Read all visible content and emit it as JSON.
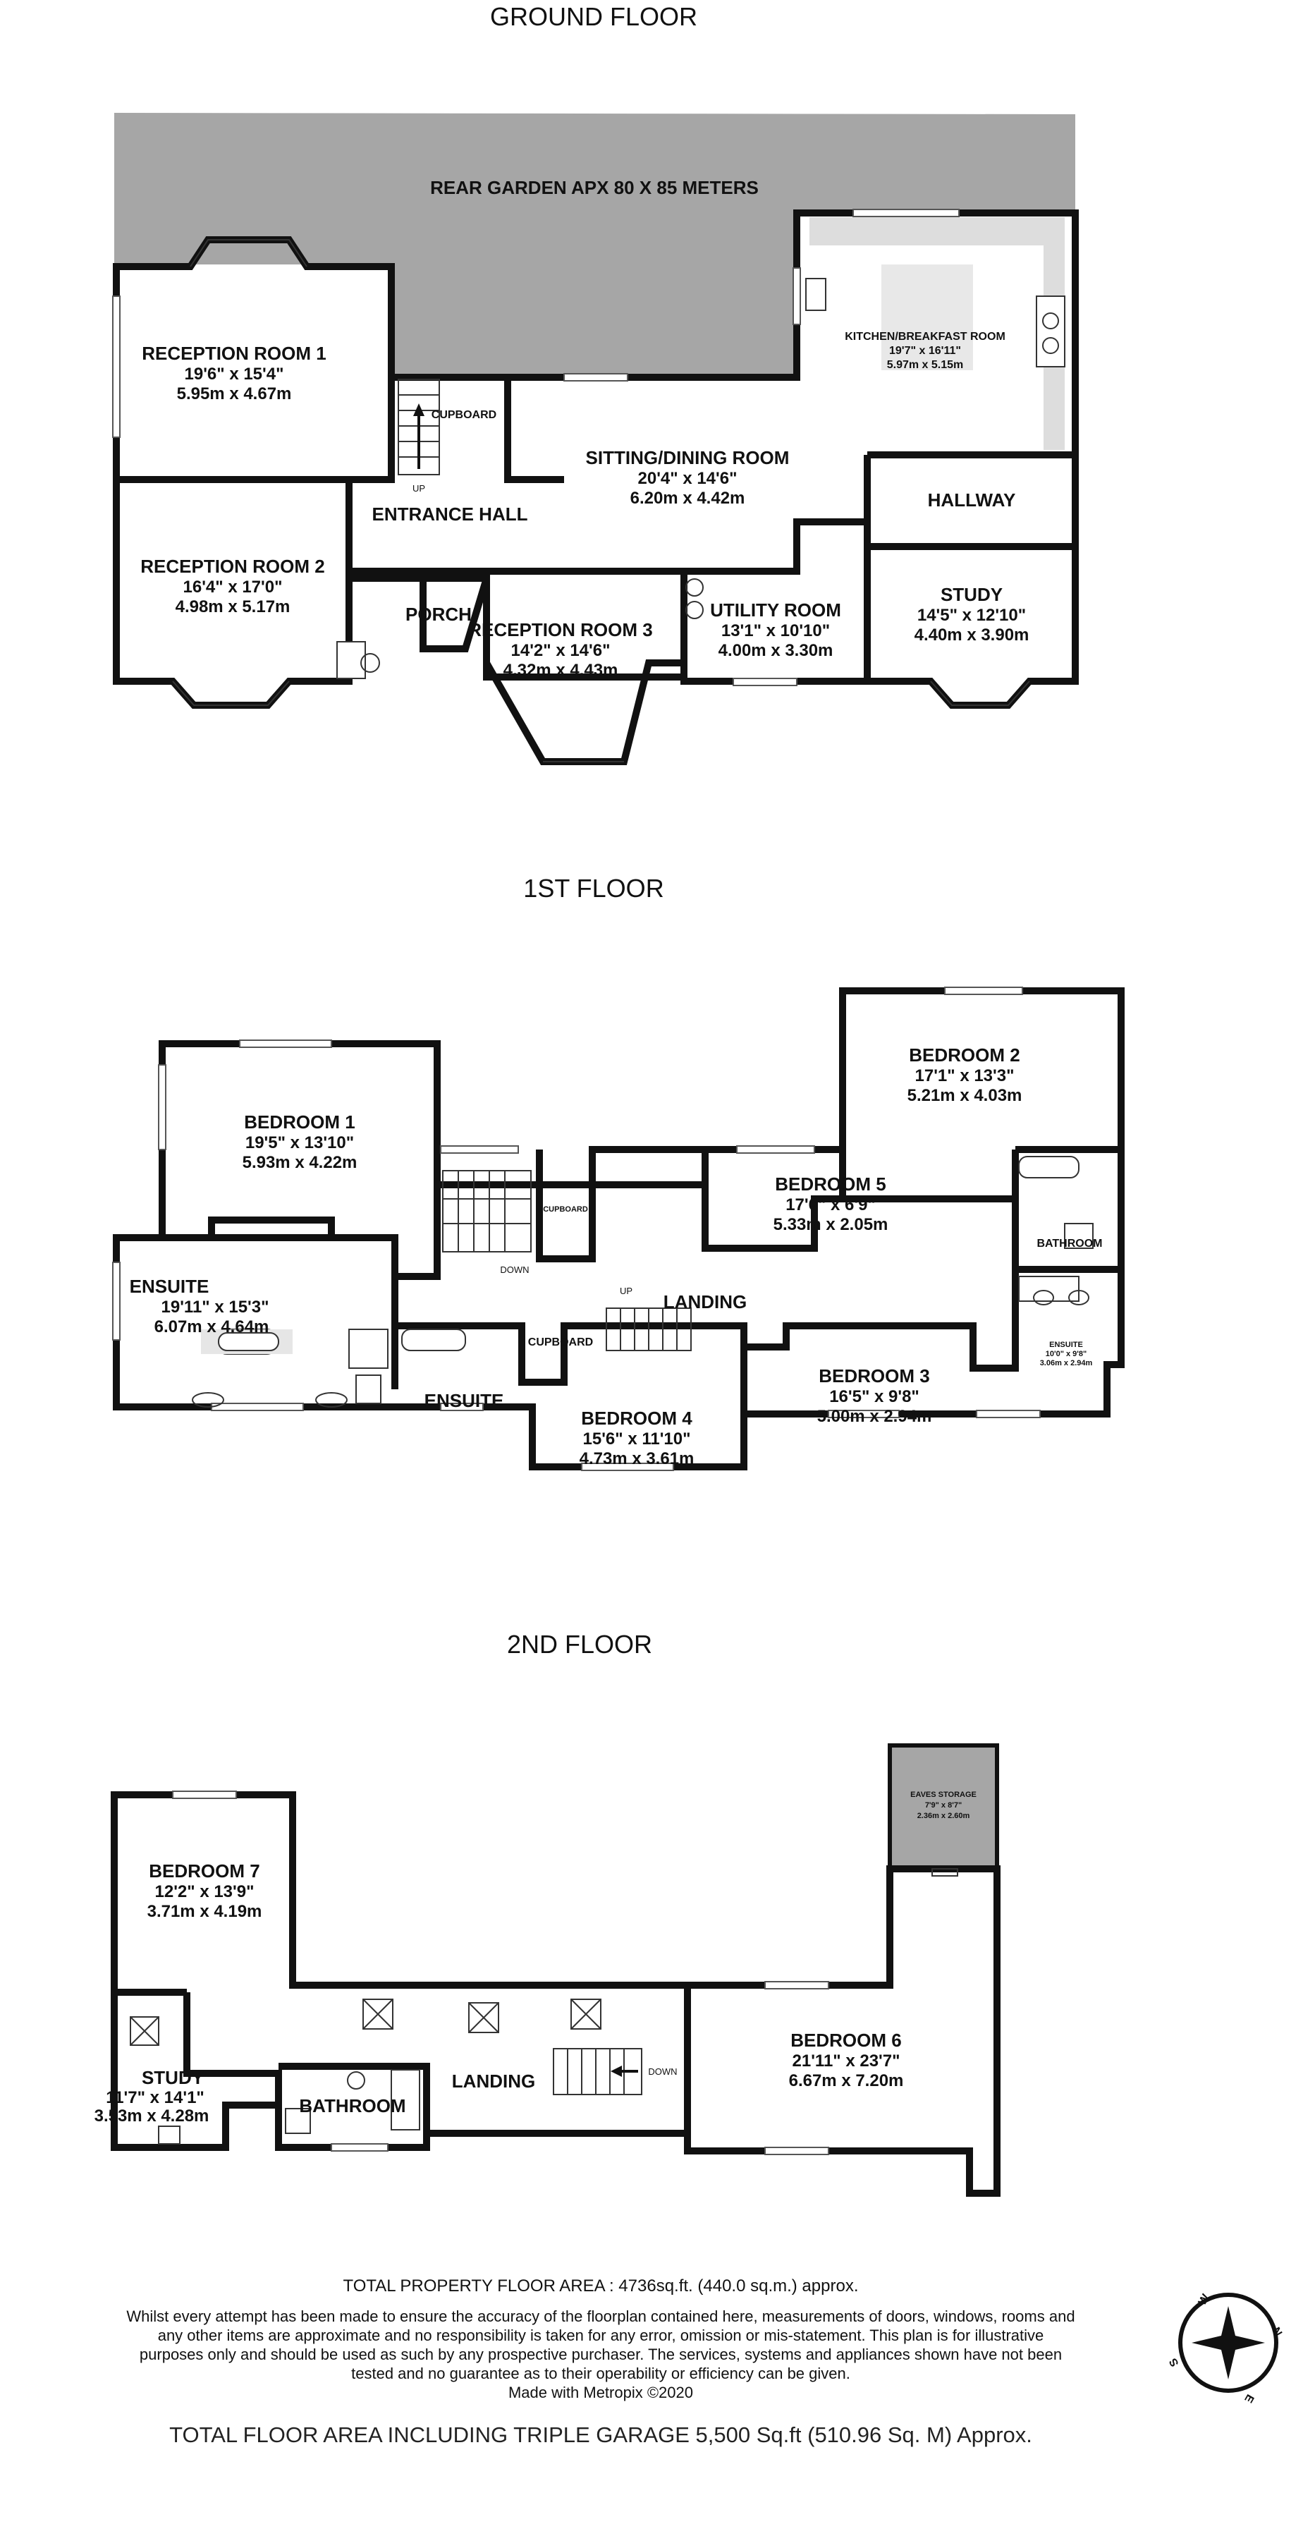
{
  "floors": {
    "ground": {
      "title": "GROUND FLOOR",
      "garden": "REAR GARDEN APX 80 X 85 METERS",
      "rooms": {
        "reception1": {
          "name": "RECEPTION ROOM 1",
          "imperial": "19'6\"  x 15'4\"",
          "metric": "5.95m  x 4.67m"
        },
        "reception2": {
          "name": "RECEPTION ROOM 2",
          "imperial": "16'4\"  x 17'0\"",
          "metric": "4.98m  x 5.17m"
        },
        "reception3": {
          "name": "RECEPTION ROOM 3",
          "imperial": "14'2\"  x 14'6\"",
          "metric": "4.32m  x 4.43m"
        },
        "kitchen": {
          "name": "KITCHEN/BREAKFAST ROOM",
          "imperial": "19'7\"  x 16'11\"",
          "metric": "5.97m  x 5.15m"
        },
        "sitting": {
          "name": "SITTING/DINING ROOM",
          "imperial": "20'4\"  x 14'6\"",
          "metric": "6.20m  x 4.42m"
        },
        "utility": {
          "name": "UTILITY ROOM",
          "imperial": "13'1\"  x 10'10\"",
          "metric": "4.00m  x 3.30m"
        },
        "study": {
          "name": "STUDY",
          "imperial": "14'5\"  x 12'10\"",
          "metric": "4.40m  x 3.90m"
        }
      },
      "labels": {
        "hallway": "HALLWAY",
        "entrance_hall": "ENTRANCE HALL",
        "porch": "PORCH",
        "cupboard": "CUPBOARD",
        "up": "UP"
      }
    },
    "first": {
      "title": "1ST FLOOR",
      "rooms": {
        "bedroom1": {
          "name": "BEDROOM 1",
          "imperial": "19'5\"  x 13'10\"",
          "metric": "5.93m  x 4.22m"
        },
        "bedroom2": {
          "name": "BEDROOM 2",
          "imperial": "17'1\"  x 13'3\"",
          "metric": "5.21m  x 4.03m"
        },
        "bedroom3": {
          "name": "BEDROOM 3",
          "imperial": "16'5\"  x 9'8\"",
          "metric": "5.00m  x 2.94m"
        },
        "bedroom4": {
          "name": "BEDROOM 4",
          "imperial": "15'6\"  x 11'10\"",
          "metric": "4.73m  x 3.61m"
        },
        "bedroom5": {
          "name": "BEDROOM 5",
          "imperial": "17'6\"  x 6'9\"",
          "metric": "5.33m  x 2.05m"
        },
        "ensuite_main": {
          "name": "ENSUITE",
          "imperial": "19'11\"  x 15'3\"",
          "metric": "6.07m  x 4.64m"
        },
        "ensuite_small": {
          "name": "ENSUITE",
          "imperial": "10'0\" x 9'8\"",
          "metric": "3.06m x 2.94m"
        }
      },
      "labels": {
        "ensuite": "ENSUITE",
        "bathroom": "BATHROOM",
        "landing": "LANDING",
        "cupboard": "CUPBOARD",
        "down": "DOWN",
        "up": "UP"
      }
    },
    "second": {
      "title": "2ND FLOOR",
      "rooms": {
        "bedroom6": {
          "name": "BEDROOM 6",
          "imperial": "21'11\"  x 23'7\"",
          "metric": "6.67m  x 7.20m"
        },
        "bedroom7": {
          "name": "BEDROOM 7",
          "imperial": "12'2\"  x 13'9\"",
          "metric": "3.71m  x 4.19m"
        },
        "study": {
          "name": "STUDY",
          "imperial": "11'7\"  x 14'1\"",
          "metric": "3.53m  x 4.28m"
        },
        "eaves": {
          "name": "EAVES STORAGE",
          "imperial": "7'9\"  x 8'7\"",
          "metric": "2.36m  x 2.60m"
        }
      },
      "labels": {
        "bathroom": "BATHROOM",
        "landing": "LANDING",
        "down": "DOWN"
      }
    }
  },
  "footer": {
    "total_area": "TOTAL PROPERTY FLOOR AREA : 4736sq.ft. (440.0 sq.m.) approx.",
    "disclaimer": [
      "Whilst every attempt has been made to ensure the accuracy of the floorplan contained here, measurements of doors, windows, rooms and",
      "any other items are approximate and no responsibility is taken for any error, omission or mis-statement. This plan is for illustrative",
      "purposes only and should be used as such by any prospective purchaser. The services, systems and appliances shown have not been",
      "tested and no guarantee as to their operability or efficiency can be given."
    ],
    "credit": "Made with Metropix ©2020",
    "garage_total": "TOTAL FLOOR AREA INCLUDING TRIPLE GARAGE 5,500 Sq.ft (510.96 Sq. M) Approx."
  },
  "compass": {
    "n": "N",
    "e": "E",
    "s": "S",
    "w": "W"
  },
  "colors": {
    "wall": "#111111",
    "garden": "#a6a6a6",
    "background": "#ffffff",
    "fitting": "#dddddd",
    "eaves": "#a6a6a6"
  }
}
